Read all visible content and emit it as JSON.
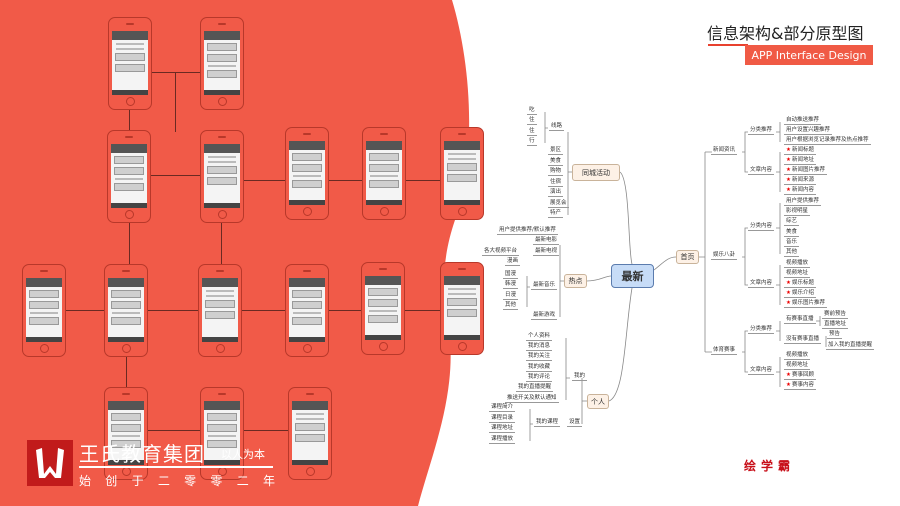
{
  "header": {
    "title": "信息架构&部分原型图",
    "subtitle": "APP Interface Design"
  },
  "brand": "绘学霸",
  "org": {
    "name": "王氏教育集团",
    "motto": "以人为本",
    "since": [
      "始",
      "创",
      "于",
      "二",
      "零",
      "零",
      "二",
      "年"
    ]
  },
  "colors": {
    "background": "#f15a48",
    "accent": "#f05a45",
    "brand": "#c8101a",
    "center_node": "#c7dcf7"
  },
  "mindmap": {
    "center": "最新",
    "activity": {
      "label": "同城活动",
      "route": "线路",
      "route_items": [
        "吃",
        "住",
        "住",
        "行"
      ],
      "items": [
        "景区",
        "美食",
        "购物",
        "住宿",
        "演出",
        "展览会",
        "特产"
      ]
    },
    "hot": {
      "label": "热点",
      "recommend": "用户提供推荐/默认推荐",
      "movie": "最新电影",
      "platforms": "各大视频平台",
      "tv": "最新电视",
      "comic": "漫画",
      "comic_items": [
        "国漫",
        "韩漫",
        "日漫",
        "其他"
      ],
      "music": "最新音乐",
      "game": "最新游戏"
    },
    "personal": {
      "label": "个人",
      "mine": "我的",
      "mine_items": [
        "个人资料",
        "我的消息",
        "我的关注",
        "我的收藏",
        "我的评论",
        "我的直播提醒",
        "推送开关及默认通知"
      ],
      "settings": "设置",
      "courses": "我的课程",
      "course_items": [
        "课程简介",
        "课程目录",
        "课程地址",
        "课程播放"
      ]
    },
    "home": {
      "label": "首页",
      "news": {
        "label": "新闻资讯",
        "cat": "分类推荐",
        "cat_items": [
          "自动推送推荐",
          "用户设置兴趣推荐",
          "用户根据浏览记录推荐及热点推荐"
        ],
        "content": "文章内容",
        "content_items": [
          "新闻标题",
          "新闻地址",
          "新闻图片推荐",
          "新闻来源",
          "新闻内容"
        ]
      },
      "ent": {
        "label": "娱乐八卦",
        "cat": "分类内容",
        "cat_items": [
          "用户提供推荐",
          "影视明星",
          "综艺",
          "美食",
          "音乐",
          "其他"
        ],
        "content": "文章内容",
        "content_items": [
          "视频播放",
          "视频地址",
          "娱乐标题",
          "娱乐介绍",
          "娱乐图片推荐"
        ]
      },
      "sport": {
        "label": "体育赛事",
        "cat": "分类推荐",
        "live": "有赛事直播",
        "live_items": [
          "赛前预告",
          "直播地址"
        ],
        "nolive": "没有赛事直播",
        "nolive_items": [
          "预告",
          "加入我的直播提醒"
        ],
        "content": "文章内容",
        "content_items": [
          "视频播放",
          "视频地址",
          "赛事回顾",
          "赛事内容"
        ]
      }
    }
  }
}
